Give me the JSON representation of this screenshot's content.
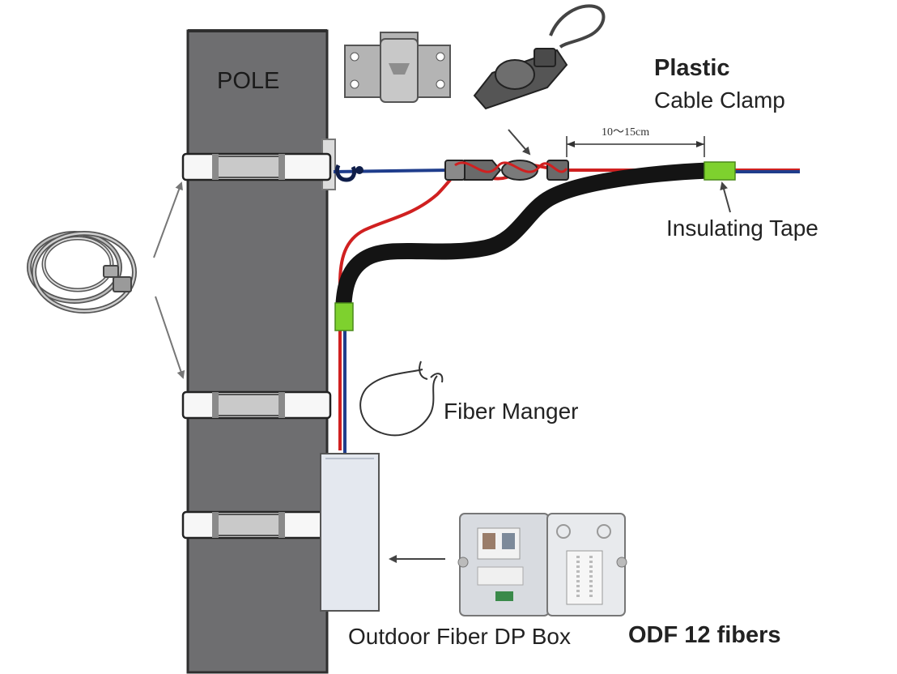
{
  "labels": {
    "pole": "POLE",
    "plastic_clamp_title": "Plastic",
    "plastic_clamp_subtitle": "Cable Clamp",
    "distance": "10～15cm",
    "insulating_tape": "Insulating Tape",
    "fiber_manager": "Fiber Manger",
    "dp_box": "Outdoor Fiber DP Box",
    "odf": "ODF 12 fibers"
  },
  "colors": {
    "pole": "#6e6e70",
    "pole_outline": "#2e2e2e",
    "steel_strap": "#f7f7f7",
    "strap_buckle": "#c9c9c9",
    "messenger_wire": "#1f3d8c",
    "red_drop_wire": "#d02020",
    "black_cable": "#141414",
    "insulating_tape": "#7ed12e",
    "dp_box": "#e4e8ef",
    "bracket_metal": "#b4b4b4",
    "clamp_plastic": "#555555"
  }
}
